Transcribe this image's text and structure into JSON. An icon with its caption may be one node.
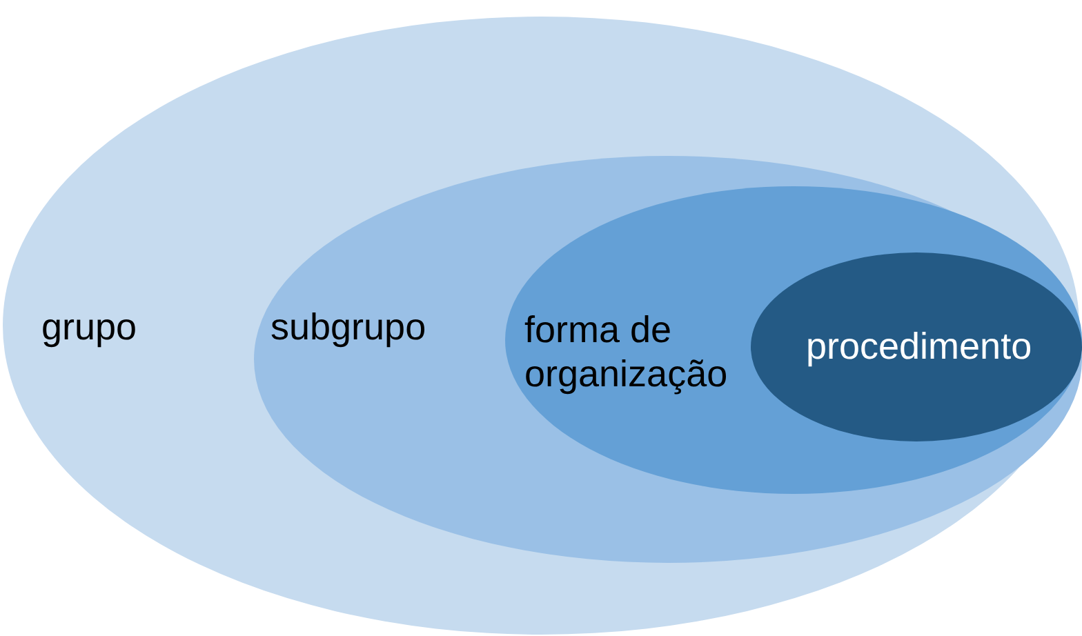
{
  "diagram": {
    "nodes": [
      {
        "text": [
          "grupo"
        ]
      },
      {
        "text": [
          "subgrupo"
        ],
        "in": 0
      },
      {
        "text": [
          "forma de organização"
        ],
        "in": 1
      },
      {
        "text": [
          "procedimento"
        ],
        "in": 2
      }
    ]
  }
}
